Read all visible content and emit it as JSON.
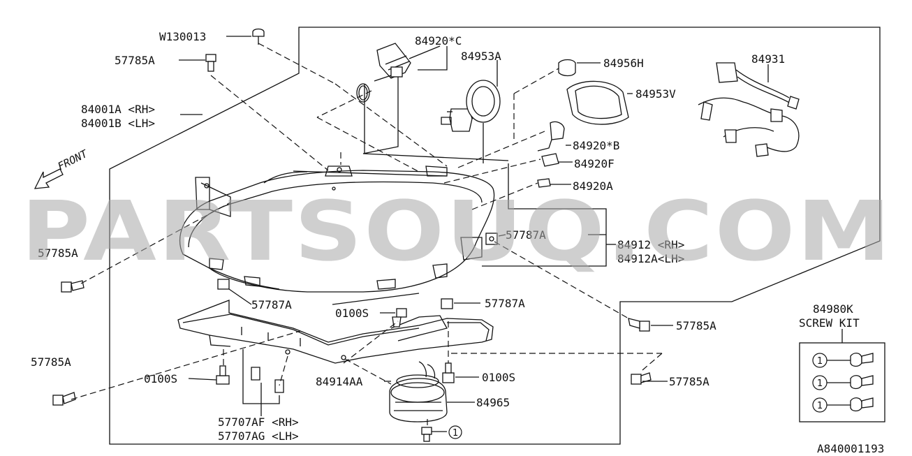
{
  "labels": {
    "w130013": "W130013",
    "p57785a_top": "57785A",
    "p84001": "84001A <RH>",
    "p84001b": "84001B <LH>",
    "front": "FRONT",
    "p84920c": "84920*C",
    "p84953a": "84953A",
    "p84956h": "84956H",
    "p84931": "84931",
    "p84953v": "84953V",
    "p84920b": "84920*B",
    "p84920f": "84920F",
    "p84920a": "84920A",
    "p57787a_mid": "57787A",
    "p84912": "84912 <RH>",
    "p84912a": "84912A<LH>",
    "p57785a_left": "57785A",
    "p57787a_low": "57787A",
    "p0100s_mid": "0100S",
    "p57787a_right": "57787A",
    "p57785a_right1": "57785A",
    "p57785a_left2": "57785A",
    "p0100s_left": "0100S",
    "p84914aa": "84914AA",
    "p0100s_right": "0100S",
    "p57785a_right2": "57785A",
    "p84965": "84965",
    "p57707af": "57707AF <RH>",
    "p57707ag": "57707AG <LH>",
    "p84980k": "84980K",
    "screw_kit": "SCREW KIT",
    "ref_num": "1",
    "diagram_id": "A840001193"
  },
  "watermark": "PARTSOUQ.COM",
  "colors": {
    "line": "#111111",
    "watermark": "#a7a7a7",
    "background": "#ffffff"
  }
}
